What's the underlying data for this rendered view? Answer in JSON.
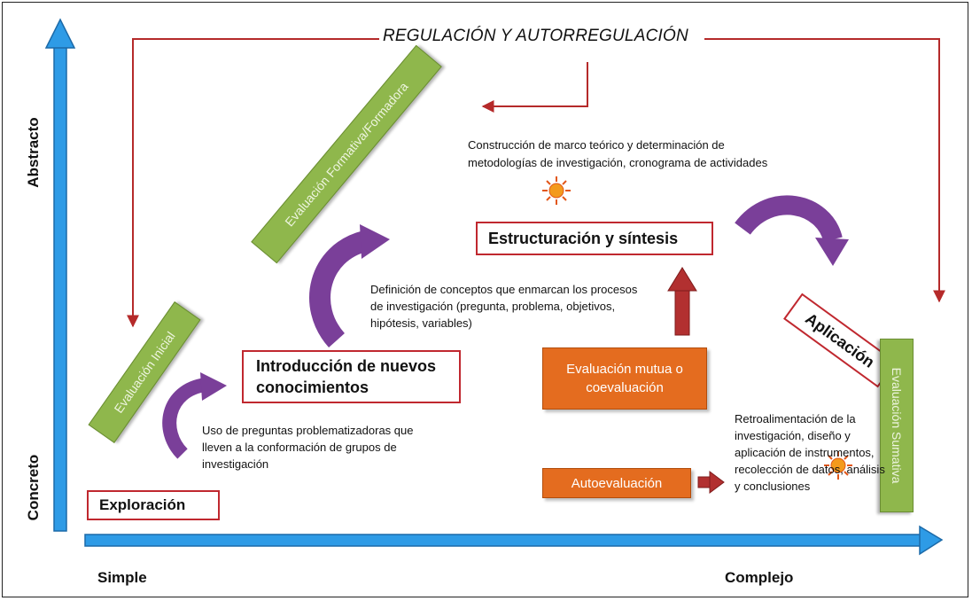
{
  "title": "REGULACIÓN Y AUTORREGULACIÓN",
  "axes": {
    "y_top": "Abstracto",
    "y_bottom": "Concreto",
    "x_left": "Simple",
    "x_right": "Complejo"
  },
  "stages": {
    "exploracion": "Exploración",
    "introduccion": "Introducción de nuevos conocimientos",
    "estructuracion": "Estructuración y síntesis",
    "aplicacion": "Aplicación"
  },
  "evaluations": {
    "inicial": "Evaluación Inicial",
    "formativa": "Evaluación Formativa/Formadora",
    "sumativa": "Evaluación Sumativa",
    "mutua": "Evaluación mutua o coevaluación",
    "auto": "Autoevaluación"
  },
  "descriptions": {
    "preguntas": "Uso de preguntas problematizadoras que lleven a la conformación de grupos de investigación",
    "conceptos": "Definición de conceptos que enmarcan los procesos de investigación (pregunta, problema, objetivos, hipótesis, variables)",
    "marco": "Construcción de marco teórico y determinación de metodologías de investigación, cronograma de actividades",
    "retro": "Retroalimentación de la investigación, diseño y aplicación de instrumentos, recolección de datos, análisis y conclusiones"
  },
  "colors": {
    "axis_blue": "#2e9be6",
    "regulation_red": "#b52a2a",
    "curved_arrow_purple": "#7a3f99",
    "evaluation_green": "#8fb74c",
    "evaluation_orange": "#e46c1f",
    "stage_border": "#c0282f",
    "sun": "#f39a1c"
  },
  "icons": [
    "sun-icon"
  ]
}
